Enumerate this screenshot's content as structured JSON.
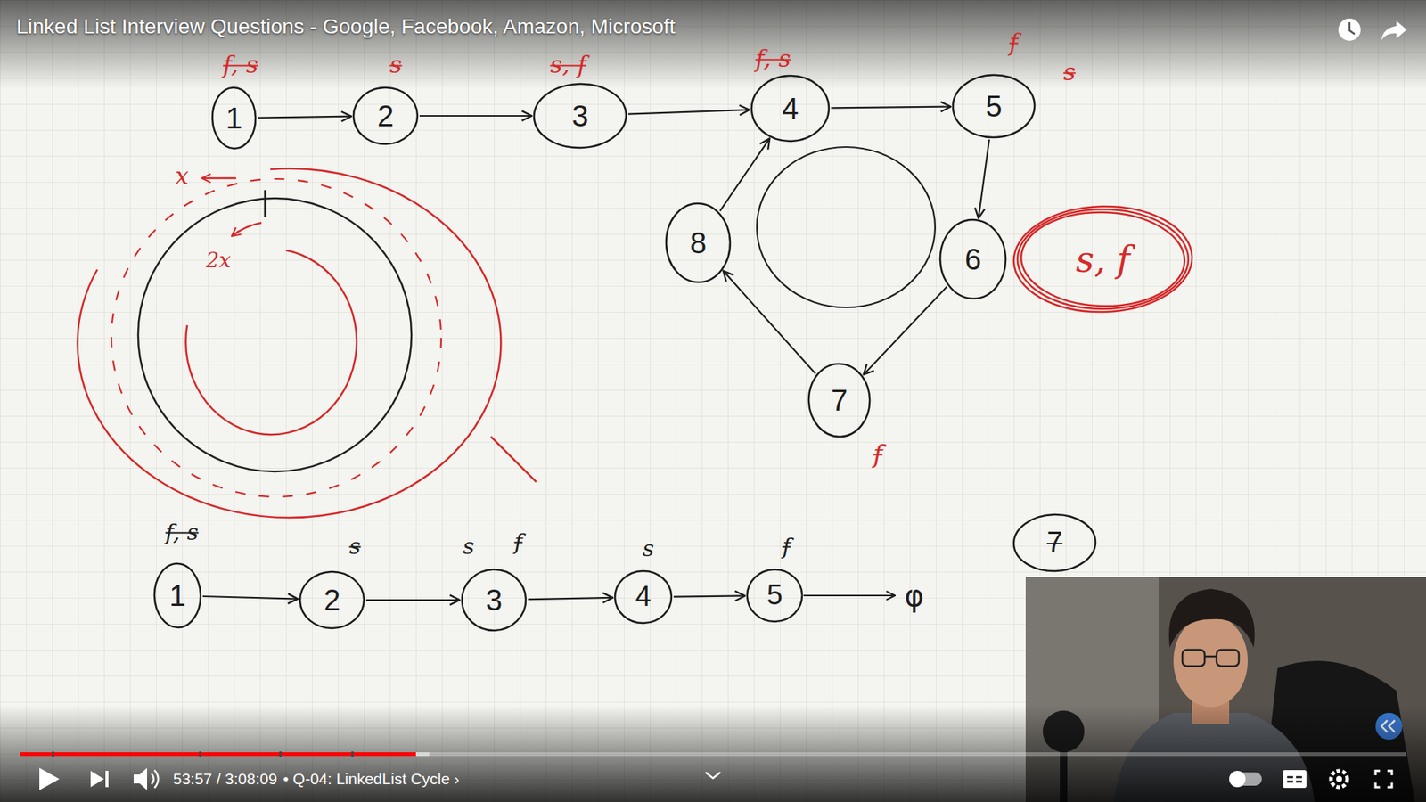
{
  "diagram": {
    "title": "Linked List Interview Questions - Google, Facebook, Amazon, Microsoft",
    "nodes": [
      {
        "text": [
          "1"
        ]
      },
      {
        "text": [
          "2"
        ]
      },
      {
        "text": [
          "3"
        ]
      },
      {
        "text": [
          "4"
        ]
      },
      {
        "text": [
          "5"
        ]
      },
      {
        "text": [
          "8"
        ]
      },
      {
        "text": [
          "6"
        ]
      },
      {
        "text": [
          "s, f"
        ]
      },
      {
        "text": [
          "7"
        ]
      },
      {
        "text": [
          "1"
        ]
      },
      {
        "text": [
          "2"
        ]
      },
      {
        "text": [
          "3"
        ]
      },
      {
        "text": [
          "4"
        ]
      },
      {
        "text": [
          "5"
        ]
      },
      {
        "text": [
          "7"
        ]
      }
    ],
    "edges": [
      {
        "from": 0,
        "to": 1,
        "arrow": "to"
      },
      {
        "from": 1,
        "to": 2,
        "arrow": "to"
      },
      {
        "from": 2,
        "to": 3,
        "arrow": "to"
      },
      {
        "from": 3,
        "to": 4,
        "arrow": "to"
      },
      {
        "from": 4,
        "to": 6,
        "arrow": "to"
      },
      {
        "from": 6,
        "to": 8,
        "arrow": "to"
      },
      {
        "from": 8,
        "to": 5,
        "arrow": "to"
      },
      {
        "from": 5,
        "to": 3,
        "arrow": "to"
      },
      {
        "from": 9,
        "to": 10,
        "arrow": "to"
      },
      {
        "from": 10,
        "to": 11,
        "arrow": "to"
      },
      {
        "from": 11,
        "to": 12,
        "arrow": "to"
      },
      {
        "from": 12,
        "to": 13,
        "arrow": "to"
      }
    ],
    "labels": [
      "f, s",
      "s",
      "s, f",
      "f, s",
      "f",
      "s",
      "f",
      "x",
      "2x",
      "f, s",
      "s",
      "s",
      "f",
      "s",
      "f",
      "φ",
      "53:57 / 3:08:09",
      "• Q-04: LinkedList Cycle ›"
    ]
  }
}
